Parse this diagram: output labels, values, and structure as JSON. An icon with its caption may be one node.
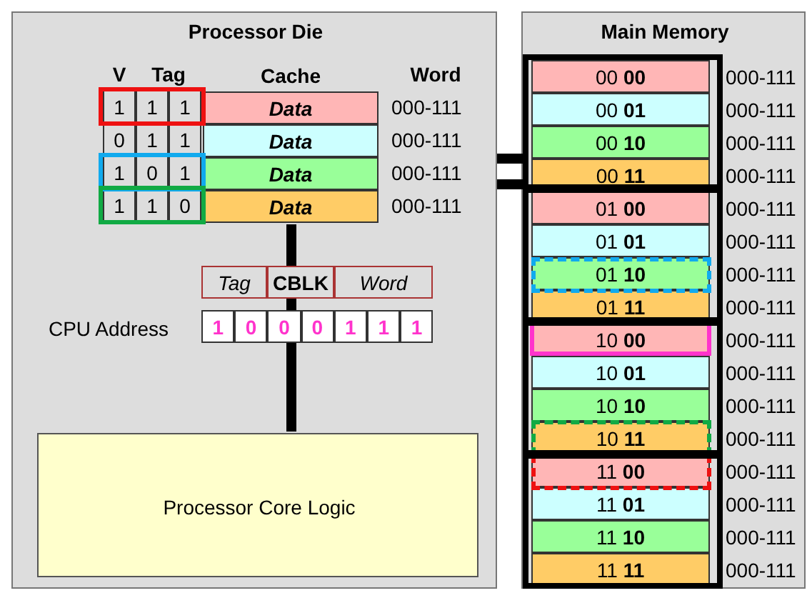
{
  "diagram": {
    "nodes": [
      {
        "text": [
          "Processor Die"
        ]
      },
      {
        "text": [
          "Cache",
          "*Data*",
          "*Data*",
          "*Data*",
          "*Data*"
        ],
        "in": 0
      },
      {
        "text": [
          "Processor Core Logic"
        ],
        "in": 0
      },
      {
        "text": [
          "Main Memory"
        ]
      }
    ],
    "edges": [
      {
        "from": 1,
        "to": 2,
        "arrow": "none"
      },
      {
        "from": 0,
        "to": 3,
        "arrow": "none"
      }
    ],
    "labels": [
      "V",
      "Tag",
      "Word",
      "1",
      "1",
      "1",
      "000-111",
      "0",
      "1",
      "1",
      "000-111",
      "1",
      "0",
      "1",
      "000-111",
      "1",
      "1",
      "0",
      "000-111",
      "Tag",
      "CBLK",
      "Word",
      "CPU Address",
      "1",
      "0",
      "0",
      "0",
      "1",
      "1",
      "1",
      "00 **00**",
      "000-111",
      "00 **01**",
      "000-111",
      "00 **10**",
      "000-111",
      "00 **11**",
      "000-111",
      "01 **00**",
      "000-111",
      "01 **01**",
      "000-111",
      "01 **10**",
      "000-111",
      "01 **11**",
      "000-111",
      "10 **00**",
      "000-111",
      "10 **01**",
      "000-111",
      "10 **10**",
      "000-111",
      "10 **11**",
      "000-111",
      "11 **00**",
      "000-111",
      "11 **01**",
      "000-111",
      "11 **10**",
      "000-111",
      "11 **11**",
      "000-111"
    ]
  }
}
